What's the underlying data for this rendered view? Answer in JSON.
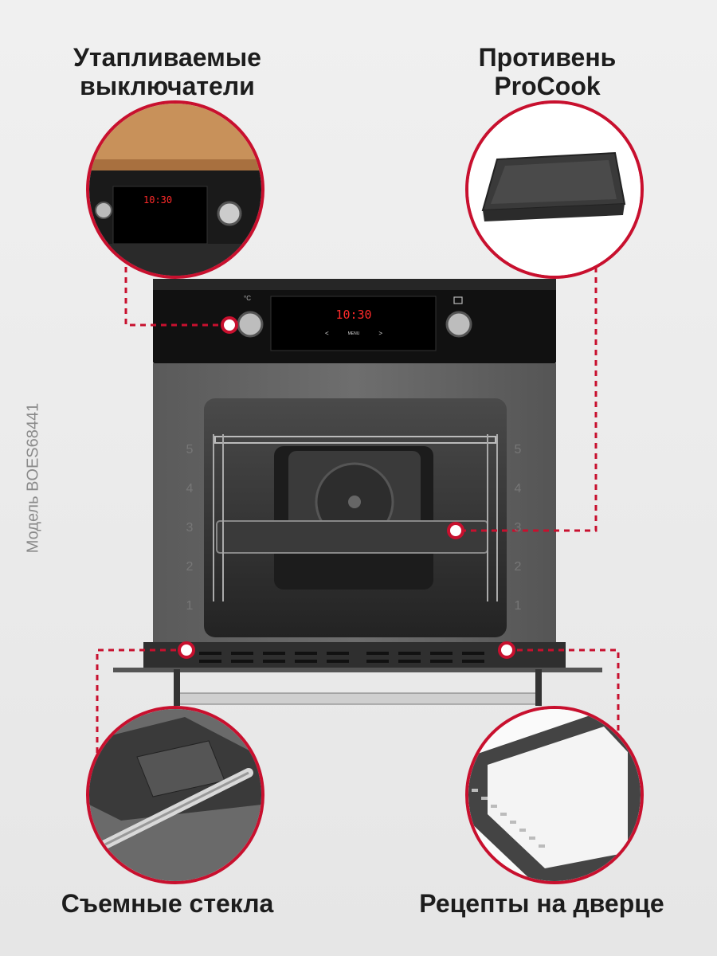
{
  "labels": {
    "top_left_line1": "Утапливаемые",
    "top_left_line2": "выключатели",
    "top_right_line1": "Противень",
    "top_right_line2": "ProCook",
    "bottom_left": "Съемные стекла",
    "bottom_right": "Рецепты на дверце",
    "model": "Модель BOES68441"
  },
  "display": {
    "time": "10:30",
    "menu": "MENU",
    "left_arrow": "<",
    "right_arrow": ">",
    "temp_symbol": "°C"
  },
  "rack_levels": [
    "5",
    "4",
    "3",
    "2",
    "1"
  ],
  "colors": {
    "accent": "#c8102e",
    "display_red": "#ff2a2a",
    "oven_body": "#1b1b1b",
    "cavity": "#2a2a2a"
  }
}
